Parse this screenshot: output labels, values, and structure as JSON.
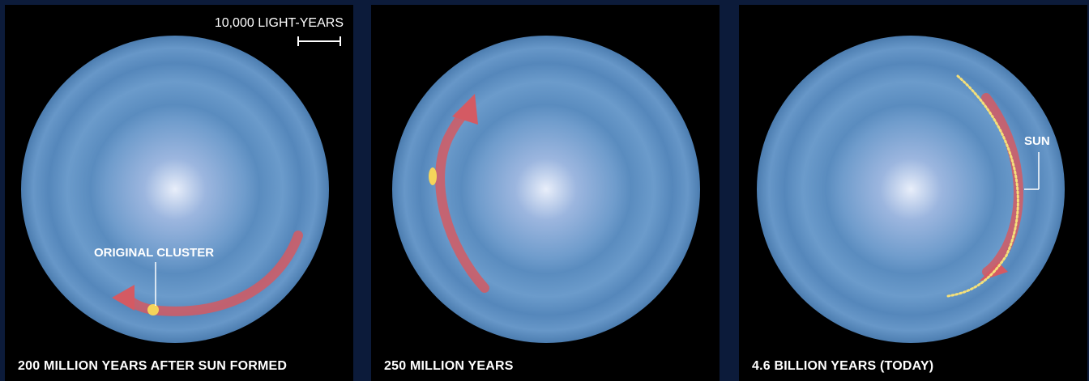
{
  "panels": [
    {
      "caption": "200 MILLION YEARS AFTER SUN FORMED",
      "label": "ORIGINAL CLUSTER"
    },
    {
      "caption": "250 MILLION YEARS"
    },
    {
      "caption": "4.6 BILLION YEARS (TODAY)",
      "label": "SUN"
    }
  ],
  "scale_bar": {
    "label": "10,000 LIGHT-YEARS"
  },
  "colors": {
    "background": "#0c1b3a",
    "galaxy": "#5b8fbf",
    "arrow": "#d45a63",
    "cluster": "#f5d45a"
  }
}
